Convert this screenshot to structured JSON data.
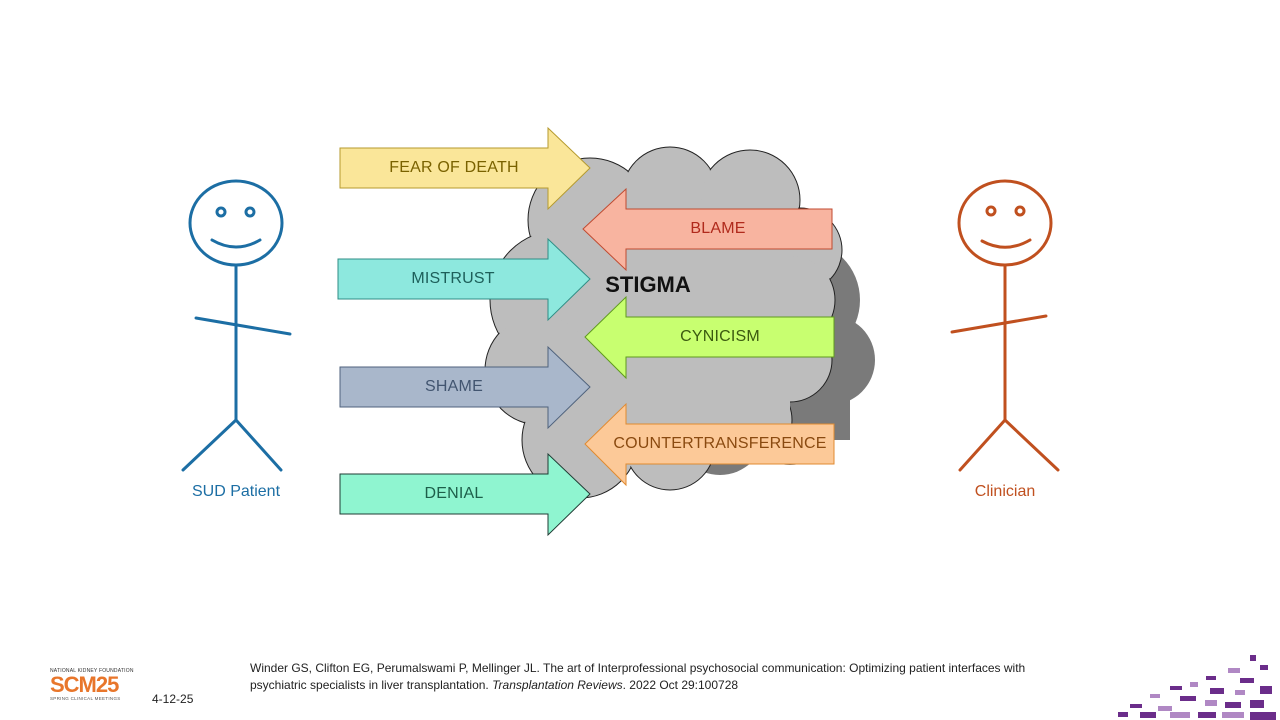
{
  "diagram": {
    "center_label": "STIGMA",
    "patient_arrows": [
      {
        "label": "FEAR OF DEATH",
        "fill": "#fae699",
        "text_color": "#7a6200"
      },
      {
        "label": "MISTRUST",
        "fill": "#8de8de",
        "text_color": "#1d5f5a"
      },
      {
        "label": "SHAME",
        "fill": "#a9b7cb",
        "text_color": "#425570"
      },
      {
        "label": "DENIAL",
        "fill": "#8ff5d0",
        "text_color": "#1d5f4a"
      }
    ],
    "clinician_arrows": [
      {
        "label": "BLAME",
        "fill": "#f8b4a0",
        "text_color": "#b02a1c"
      },
      {
        "label": "CYNICISM",
        "fill": "#c8ff70",
        "text_color": "#3b5a10"
      },
      {
        "label": "COUNTERTRANSFERENCE",
        "fill": "#fcc998",
        "text_color": "#8a4a10"
      }
    ],
    "patient": {
      "label": "SUD Patient",
      "color": "#1c6ea4"
    },
    "clinician": {
      "label": "Clinician",
      "color": "#c0501f"
    },
    "cloud_color": "#bdbdbd",
    "cloud_shadow_color": "#7a7a7a"
  },
  "footer": {
    "citation_main": "Winder GS, Clifton EG, Perumalswami P, Mellinger JL. The art of Interprofessional psychosocial communication: Optimizing patient interfaces with psychiatric specialists in liver transplantation. ",
    "citation_journal": "Transplantation Reviews",
    "citation_tail": ". 2022 Oct 29:100728",
    "date": "4-12-25",
    "logo": {
      "org": "NATIONAL KIDNEY FOUNDATION",
      "name": "SCM25",
      "subtitle": "SPRING CLINICAL MEETINGS"
    }
  }
}
